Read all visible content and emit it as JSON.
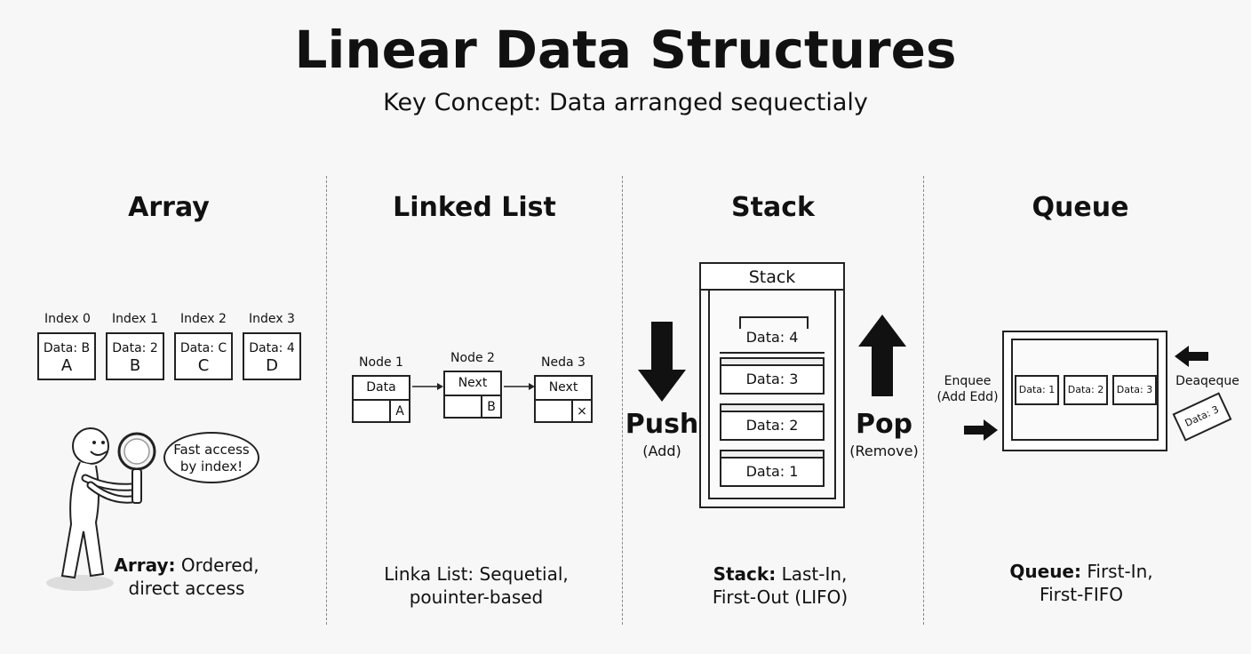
{
  "header": {
    "title": "Linear Data Structures",
    "subtitle": "Key Concept: Data arranged sequectialy"
  },
  "array": {
    "title": "Array",
    "cells": [
      {
        "index": "Index 0",
        "text": "Data: B",
        "value": "A"
      },
      {
        "index": "Index 1",
        "text": "Data: 2",
        "value": "B"
      },
      {
        "index": "Index 2",
        "text": "Data: C",
        "value": "C"
      },
      {
        "index": "Index 3",
        "text": "Data: 4",
        "value": "D"
      }
    ],
    "speech": "Fast access by index!",
    "caption_bold": "Array:",
    "caption_line1": " Ordered,",
    "caption_line2": "direct access"
  },
  "linked_list": {
    "title": "Linked List",
    "nodes": [
      {
        "label": "Node 1",
        "field": "Data",
        "pointer": "A"
      },
      {
        "label": "Node 2",
        "field": "Next",
        "pointer": "B"
      },
      {
        "label": "Neda 3",
        "field": "Next",
        "pointer": "×"
      }
    ],
    "caption_line1": "Linka List: Sequetial,",
    "caption_line2": "pouinter-based"
  },
  "stack": {
    "title": "Stack",
    "container_label": "Stack",
    "items": [
      "Data: 4",
      "Data: 3",
      "Data: 2",
      "Data: 1"
    ],
    "push": "Push",
    "push_sub": "(Add)",
    "pop": "Pop",
    "pop_sub": "(Remove)",
    "caption_bold": "Stack:",
    "caption_line1": " Last-In,",
    "caption_line2": "First-Out (LIFO)"
  },
  "queue": {
    "title": "Queue",
    "items": [
      "Data: 1",
      "Data: 2",
      "Data: 3"
    ],
    "enqueue_line1": "Enquee",
    "enqueue_line2": "(Add Edd)",
    "dequeue": "Deaqeque",
    "dequeued_item": "Data: 3",
    "caption_bold": "Queue:",
    "caption_line1": " First-In,",
    "caption_line2": "First-FIFO"
  }
}
